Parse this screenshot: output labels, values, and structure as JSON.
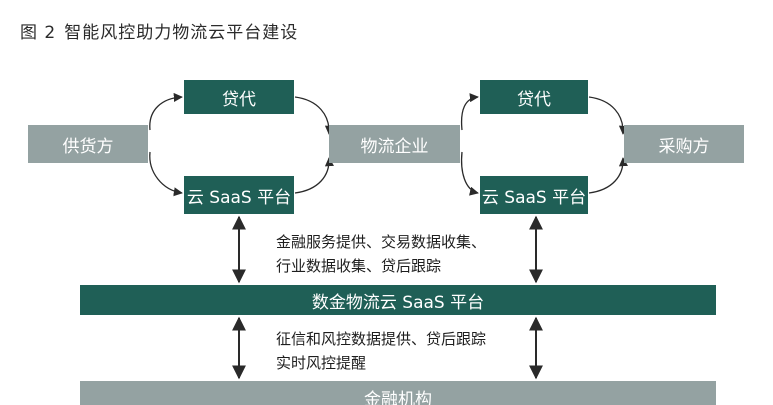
{
  "figure": {
    "number": "图 2",
    "title": "智能风控助力物流云平台建设"
  },
  "nodes": {
    "supplier": "供货方",
    "loan_agent_left": "贷代",
    "saas_left": "云 SaaS 平台",
    "logistics": "物流企业",
    "loan_agent_right": "贷代",
    "saas_right": "云 SaaS 平台",
    "purchaser": "采购方",
    "platform": "数金物流云 SaaS 平台",
    "finance": "金融机构"
  },
  "notes": {
    "upper_line1": "金融服务提供、交易数据收集、",
    "upper_line2": "行业数据收集、贷后跟踪",
    "lower_line1": "征信和风控数据提供、贷后跟踪",
    "lower_line2": "实时风控提醒"
  },
  "colors": {
    "dark_box": "#1f5f56",
    "gray_box": "#94a2a2",
    "arrow": "#2a2a2a"
  }
}
